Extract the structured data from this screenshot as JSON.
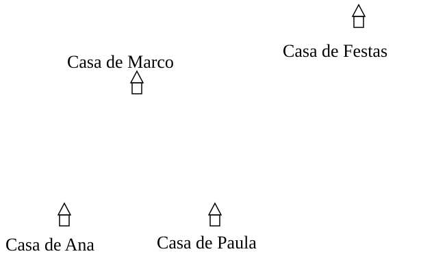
{
  "houses": [
    {
      "name": "Casa de Marco"
    },
    {
      "name": "Casa de Festas"
    },
    {
      "name": "Casa de Ana"
    },
    {
      "name": "Casa de Paula"
    }
  ],
  "colors": {
    "stroke": "#000000",
    "background": "#ffffff"
  },
  "icon": "house-icon"
}
